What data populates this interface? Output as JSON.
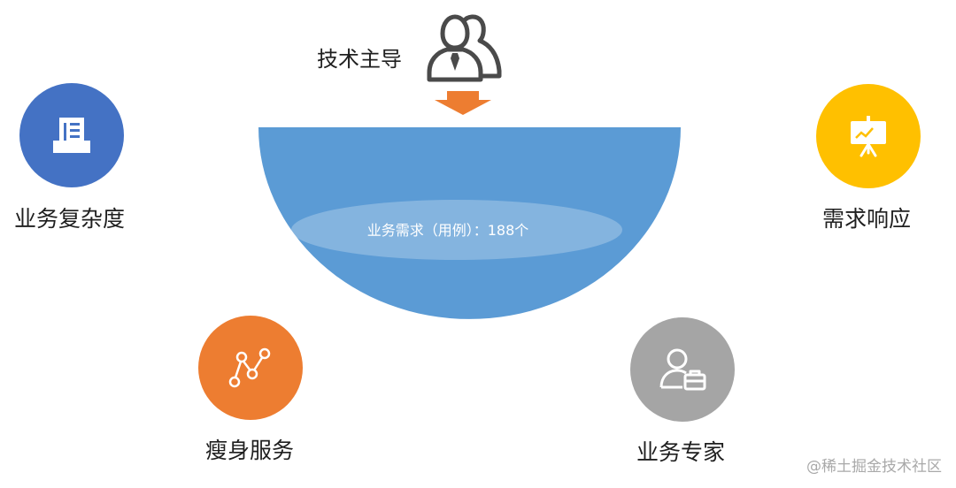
{
  "lead": {
    "label": "技术主导",
    "icon": "users-icon"
  },
  "bowl": {
    "caption": "业务需求（用例）：188个",
    "color": "#5b9bd5"
  },
  "nodes": {
    "complexity": {
      "label": "业务复杂度",
      "color": "#4472c4",
      "icon": "document-tray-icon"
    },
    "response": {
      "label": "需求响应",
      "color": "#ffc000",
      "icon": "presentation-board-icon"
    },
    "lean": {
      "label": "瘦身服务",
      "color": "#ed7d31",
      "icon": "node-graph-icon"
    },
    "expert": {
      "label": "业务专家",
      "color": "#a5a5a5",
      "icon": "user-briefcase-icon"
    }
  },
  "arrow": {
    "color": "#ed7d31"
  },
  "watermark": "@稀土掘金技术社区"
}
